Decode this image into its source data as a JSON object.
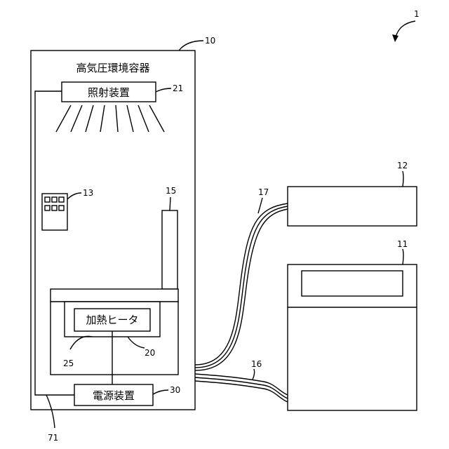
{
  "title": "高気圧環境容器",
  "labels": {
    "irradiation_device": "照射装置",
    "heater": "加熱ヒータ",
    "power_supply": "電源装置"
  },
  "refs": {
    "system": "1",
    "container": "10",
    "unit_11": "11",
    "unit_12": "12",
    "panel": "13",
    "pillar": "15",
    "cable_16": "16",
    "cable_17": "17",
    "heater_assembly": "20",
    "irradiation_device": "21",
    "heater_element": "25",
    "power_supply": "30",
    "wire_71": "71"
  }
}
